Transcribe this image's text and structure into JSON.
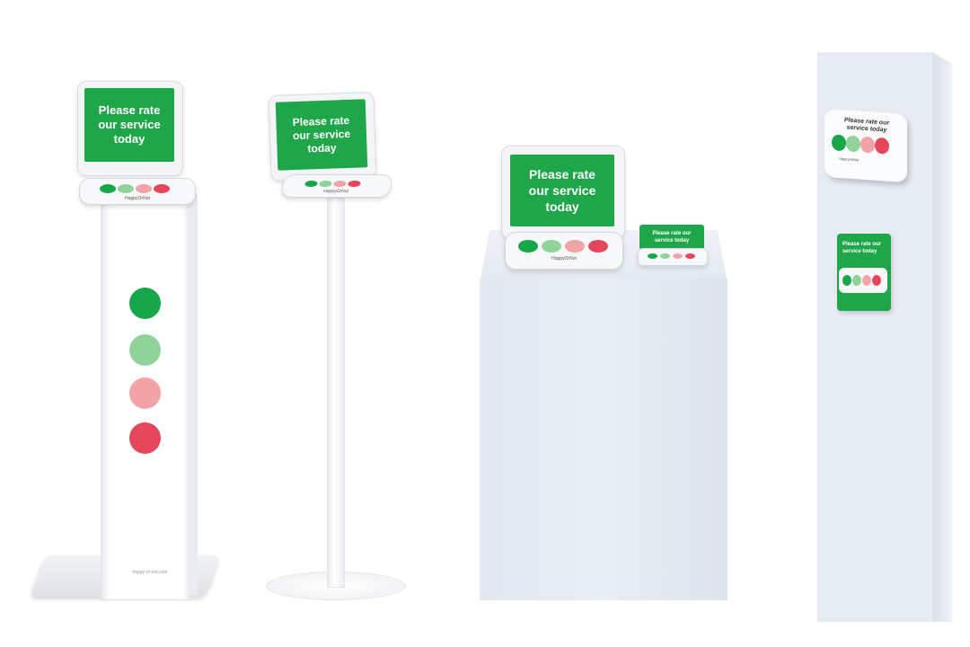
{
  "colors": {
    "green": "#1fa64a",
    "happy": "#17a64a",
    "light_happy": "#8fd39a",
    "light_sad": "#f2a3a6",
    "sad": "#e5465b",
    "pillar": "#e6ebf2"
  },
  "kiosk_floor": {
    "screen_text": "Please rate our service today",
    "brand": "HappyOrNot",
    "base_text": "happy-or-not.com"
  },
  "kiosk_pole": {
    "screen_text": "Please rate our service today",
    "brand": "HappyOrNot"
  },
  "kiosk_table": {
    "screen_text": "Please rate our service today",
    "brand": "HappyOrNot",
    "small_screen_text": "Please rate our service today"
  },
  "wall_unit": {
    "top_text": "Please rate our service today",
    "brand": "HappyOrNot",
    "card_text": "Please rate our service today"
  }
}
